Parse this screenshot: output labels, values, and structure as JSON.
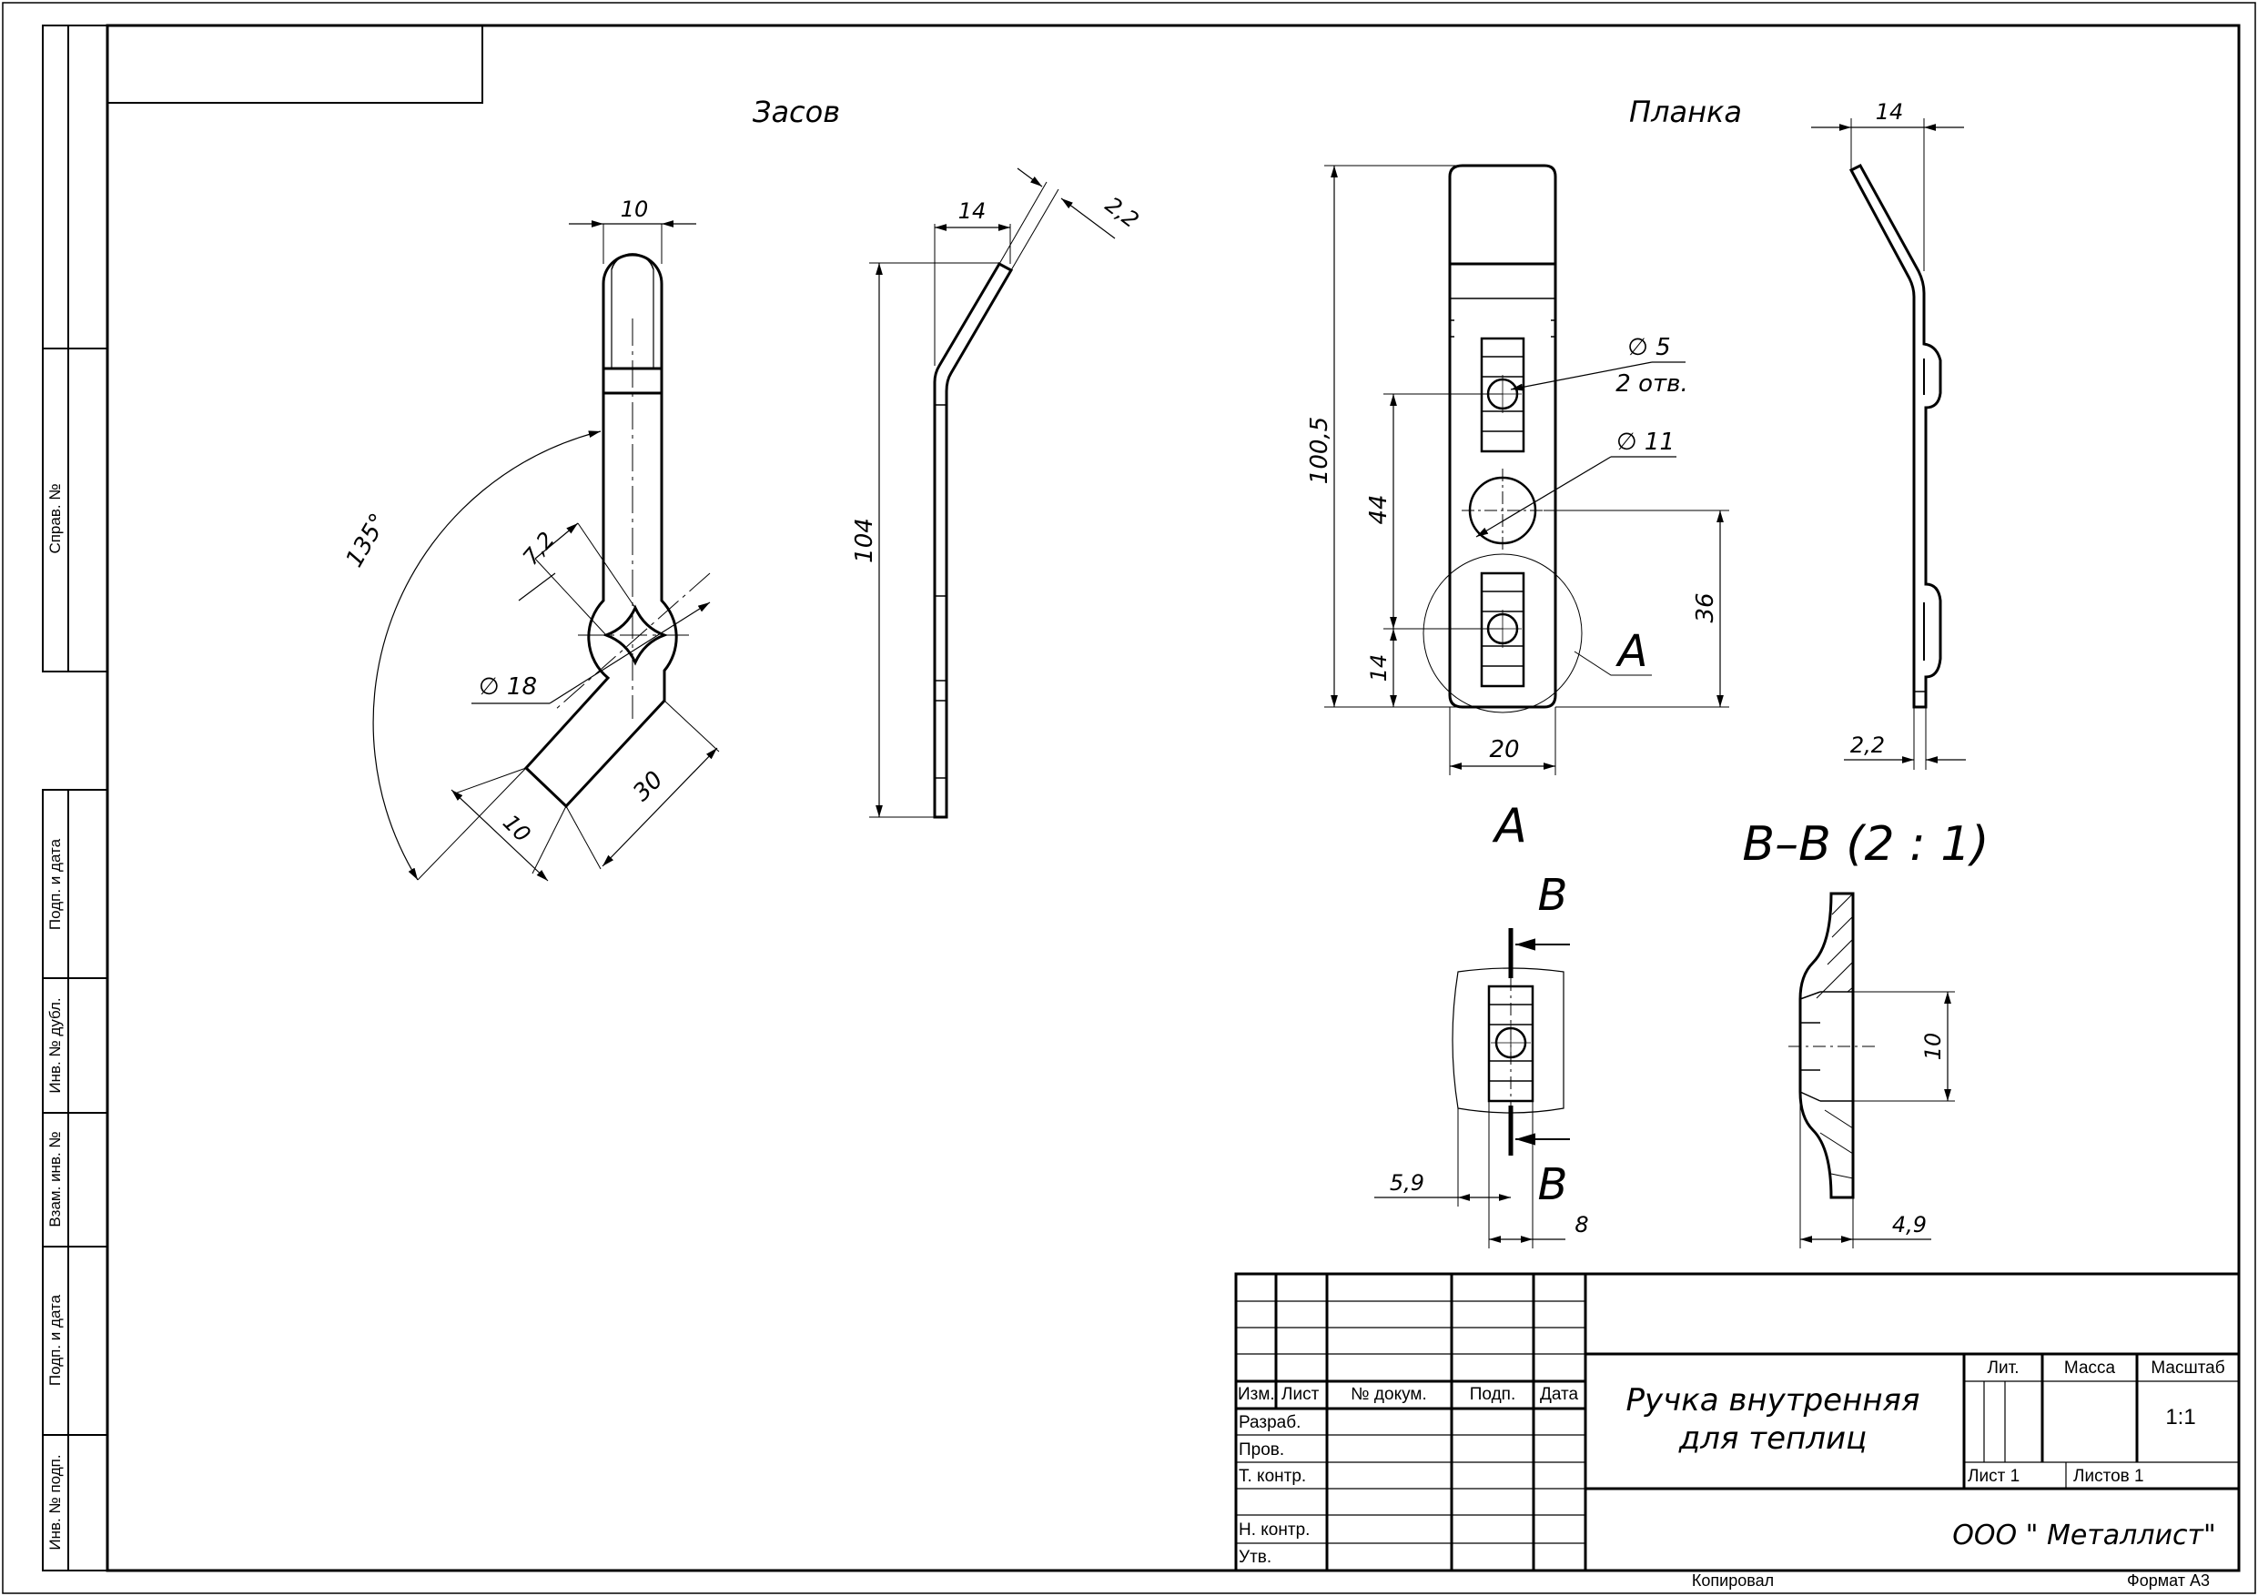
{
  "frame": {
    "side_labels": [
      "Справ. №",
      "Подп. и дата",
      "Инв. № дубл.",
      "Взам. инв. №",
      "Подп. и дата",
      "Инв. № подп."
    ]
  },
  "views": {
    "zasov": {
      "title": "Засов",
      "dims": {
        "top_width": "10",
        "angle": "135°",
        "key_size": "7,2",
        "hub_dia": "∅ 18",
        "arm_width": "10",
        "arm_length": "30",
        "side_offset": "14",
        "thickness": "2,2",
        "height": "104"
      }
    },
    "planka": {
      "title": "Планка",
      "dims": {
        "hole_small": "∅ 5",
        "hole_small_count": "2 отв.",
        "hole_big": "∅ 11",
        "total_height": "100,5",
        "hole_pitch": "44",
        "bottom_offset": "14",
        "center_height": "36",
        "width": "20",
        "side_offset": "14",
        "thickness": "2,2",
        "detail_mark": "А"
      }
    },
    "detail_a": {
      "title": "А",
      "section_mark_top": "В",
      "section_mark_bottom": "В",
      "dims": {
        "offset": "5,9",
        "width": "8"
      }
    },
    "section_bb": {
      "title": "В–В (2 : 1)",
      "dims": {
        "height": "10",
        "depth": "4,9"
      }
    }
  },
  "title_block": {
    "col_headers": [
      "Изм.",
      "Лист",
      "№ докум.",
      "Подп.",
      "Дата"
    ],
    "row_labels": [
      "Разраб.",
      "Пров.",
      "Т. контр.",
      "Н. контр.",
      "Утв."
    ],
    "name_line1": "Ручка внутренняя",
    "name_line2": "для теплиц",
    "lit_label": "Лит.",
    "mass_label": "Масса",
    "scale_label": "Масштаб",
    "scale_value": "1:1",
    "sheet_label": "Лист 1",
    "sheets_label": "Листов 1",
    "organization": "ООО \" Металлист\"",
    "copied": "Копировал",
    "format": "Формат А3"
  }
}
